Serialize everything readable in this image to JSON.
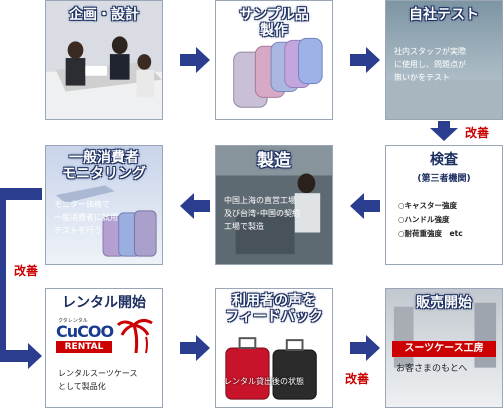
{
  "steps": [
    {
      "title": "企画・設計"
    },
    {
      "title": "サンプル品\n製作"
    },
    {
      "title": "自社テスト",
      "caption": "社内スタッフが実際\nに使用し、問題点が\n無いかをテスト"
    },
    {
      "title": "検査",
      "subtitle": "(第三者機関)",
      "items": [
        "○キャスター強度",
        "○ハンドル強度",
        "○耐荷重強度　etc"
      ]
    },
    {
      "title": "製造",
      "caption": "中国上海の直営工場\n及び台湾･中国の契約\n工場で製造"
    },
    {
      "title": "一般消費者\nモニタリング",
      "caption": "モニター価格で\n一般消費者に試用\nテストを行う"
    },
    {
      "title": "レンタル開始",
      "logo_small": "クタレンタル",
      "logo_main": "CuCOO",
      "logo_sub": "RENTAL",
      "caption": "レンタルスーツケース\nとして製品化"
    },
    {
      "title": "利用者の声を\nフィードバック",
      "caption": "レンタル貸出後の状態"
    },
    {
      "title": "販売開始",
      "banner": "スーツケース工房",
      "caption": "お客さまのもとへ"
    }
  ],
  "improvement_labels": [
    "改善",
    "改善",
    "改善"
  ],
  "colors": {
    "arrow": "#2b3d8f",
    "title_outline": "#1b2e60",
    "improvement": "#cc0000",
    "banner": "#cc0000"
  }
}
